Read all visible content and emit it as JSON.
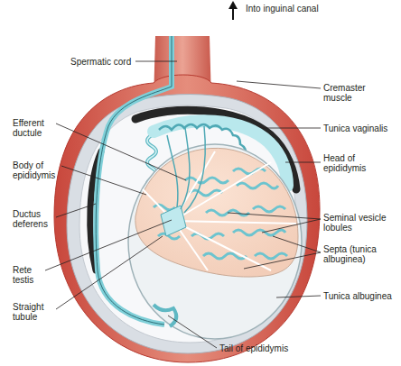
{
  "diagram": {
    "labels": [
      "Into inguinal canal",
      "Spermatic cord",
      "Cremaster muscle",
      "Efferent ductule",
      "Tunica vaginalis",
      "Head of epididymis",
      "Body of epididymis",
      "Ductus deferens",
      "Seminal vesicle lobules",
      "Septa (tunica albuginea)",
      "Rete testis",
      "Tunica albuginea",
      "Straight tubule",
      "Tail of epididymis"
    ]
  }
}
